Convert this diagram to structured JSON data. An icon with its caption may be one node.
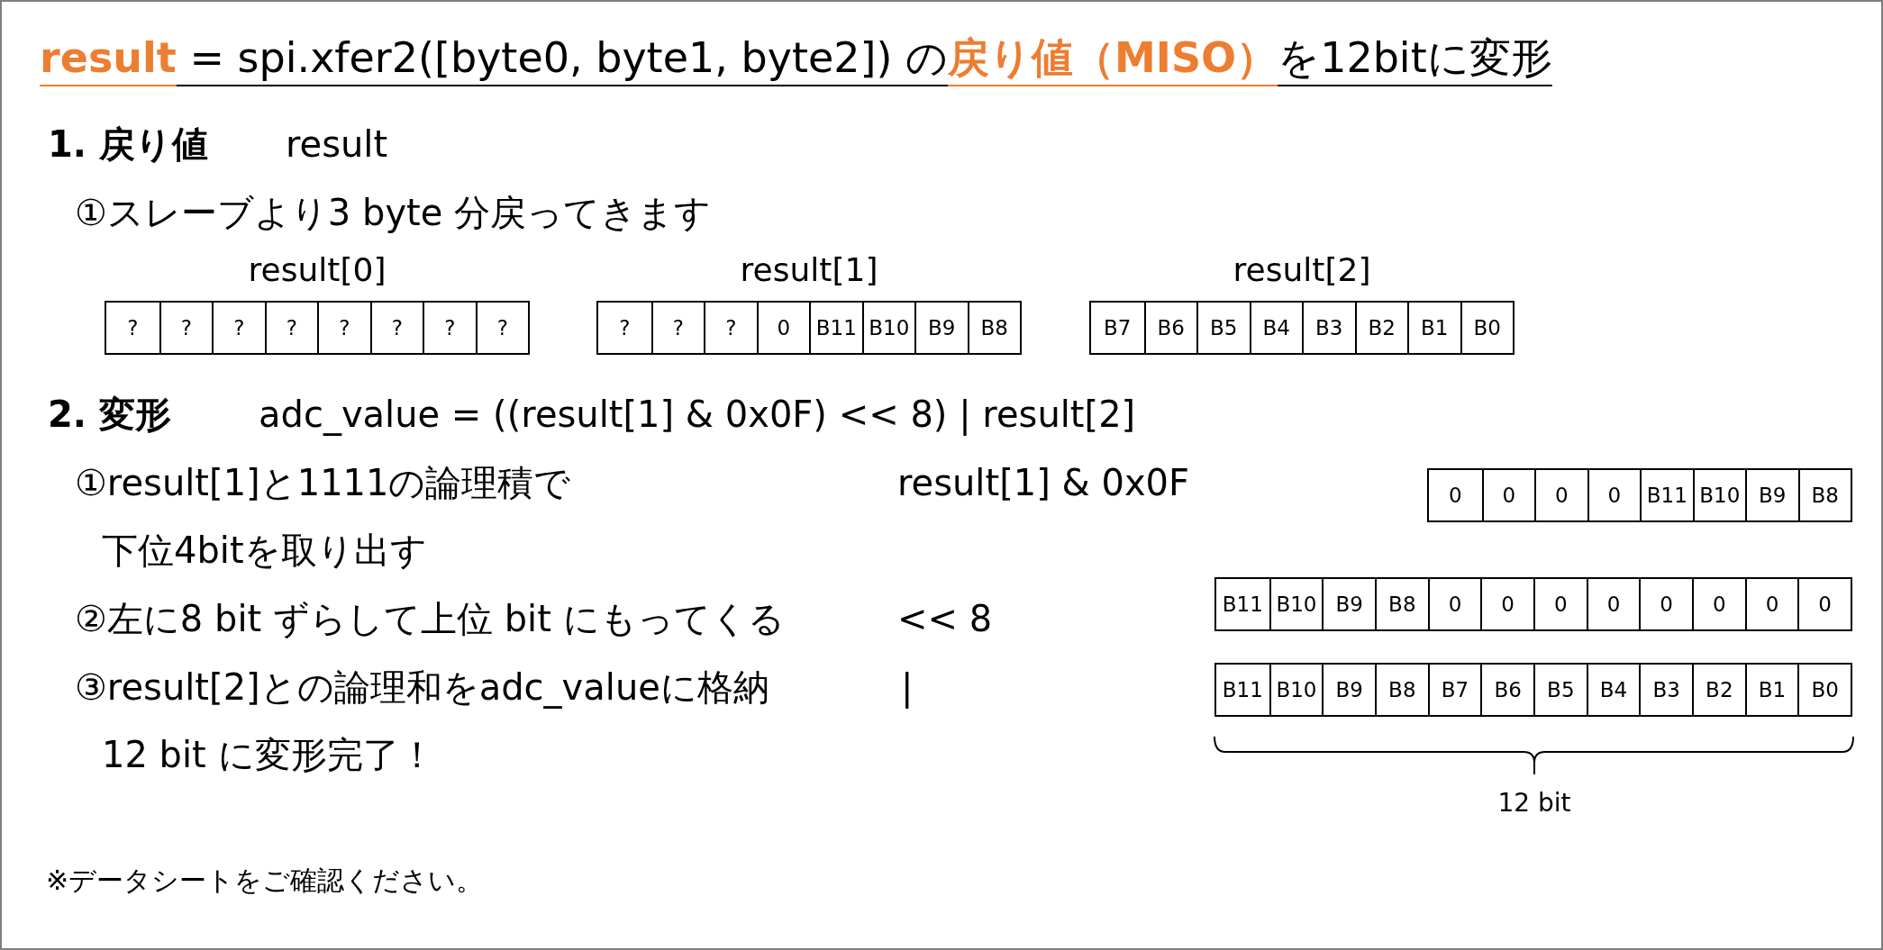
{
  "diagram": {
    "title": "**result** = spi.xfer2([byte0, byte1, byte2]) の**戻り値（MISO）**を12bitに変形",
    "nodes": [
      {
        "text": [
          "result[0]"
        ]
      },
      {
        "text": [
          "?"
        ],
        "in": 0
      },
      {
        "text": [
          "?"
        ],
        "in": 0
      },
      {
        "text": [
          "?"
        ],
        "in": 0
      },
      {
        "text": [
          "?"
        ],
        "in": 0
      },
      {
        "text": [
          "?"
        ],
        "in": 0
      },
      {
        "text": [
          "?"
        ],
        "in": 0
      },
      {
        "text": [
          "?"
        ],
        "in": 0
      },
      {
        "text": [
          "?"
        ],
        "in": 0
      },
      {
        "text": [
          "result[1]"
        ]
      },
      {
        "text": [
          "?"
        ],
        "in": 9
      },
      {
        "text": [
          "?"
        ],
        "in": 9
      },
      {
        "text": [
          "?"
        ],
        "in": 9
      },
      {
        "text": [
          "0"
        ],
        "in": 9
      },
      {
        "text": [
          "B11"
        ],
        "in": 9
      },
      {
        "text": [
          "B10"
        ],
        "in": 9
      },
      {
        "text": [
          "B9"
        ],
        "in": 9
      },
      {
        "text": [
          "B8"
        ],
        "in": 9
      },
      {
        "text": [
          "result[2]"
        ]
      },
      {
        "text": [
          "B7"
        ],
        "in": 18
      },
      {
        "text": [
          "B6"
        ],
        "in": 18
      },
      {
        "text": [
          "B5"
        ],
        "in": 18
      },
      {
        "text": [
          "B4"
        ],
        "in": 18
      },
      {
        "text": [
          "B3"
        ],
        "in": 18
      },
      {
        "text": [
          "B2"
        ],
        "in": 18
      },
      {
        "text": [
          "B1"
        ],
        "in": 18
      },
      {
        "text": [
          "B0"
        ],
        "in": 18
      },
      {
        "text": [],
        "shape": "box"
      },
      {
        "text": [
          "0"
        ],
        "in": 27
      },
      {
        "text": [
          "0"
        ],
        "in": 27
      },
      {
        "text": [
          "0"
        ],
        "in": 27
      },
      {
        "text": [
          "0"
        ],
        "in": 27
      },
      {
        "text": [
          "B11"
        ],
        "in": 27
      },
      {
        "text": [
          "B10"
        ],
        "in": 27
      },
      {
        "text": [
          "B9"
        ],
        "in": 27
      },
      {
        "text": [
          "B8"
        ],
        "in": 27
      },
      {
        "text": [],
        "shape": "box"
      },
      {
        "text": [
          "B11"
        ],
        "in": 36
      },
      {
        "text": [
          "B10"
        ],
        "in": 36
      },
      {
        "text": [
          "B9"
        ],
        "in": 36
      },
      {
        "text": [
          "B8"
        ],
        "in": 36
      },
      {
        "text": [
          "0"
        ],
        "in": 36
      },
      {
        "text": [
          "0"
        ],
        "in": 36
      },
      {
        "text": [
          "0"
        ],
        "in": 36
      },
      {
        "text": [
          "0"
        ],
        "in": 36
      },
      {
        "text": [
          "0"
        ],
        "in": 36
      },
      {
        "text": [
          "0"
        ],
        "in": 36
      },
      {
        "text": [
          "0"
        ],
        "in": 36
      },
      {
        "text": [
          "0"
        ],
        "in": 36
      },
      {
        "text": [],
        "shape": "box"
      },
      {
        "text": [
          "B11"
        ],
        "in": 49
      },
      {
        "text": [
          "B10"
        ],
        "in": 49
      },
      {
        "text": [
          "B9"
        ],
        "in": 49
      },
      {
        "text": [
          "B8"
        ],
        "in": 49
      },
      {
        "text": [
          "B7"
        ],
        "in": 49
      },
      {
        "text": [
          "B6"
        ],
        "in": 49
      },
      {
        "text": [
          "B5"
        ],
        "in": 49
      },
      {
        "text": [
          "B4"
        ],
        "in": 49
      },
      {
        "text": [
          "B3"
        ],
        "in": 49
      },
      {
        "text": [
          "B2"
        ],
        "in": 49
      },
      {
        "text": [
          "B1"
        ],
        "in": 49
      },
      {
        "text": [
          "B0"
        ],
        "in": 49
      }
    ],
    "labels": [
      "1. 戻り値",
      "result",
      "①スレーブより3 byte 分戻ってきます",
      "2. 変形",
      "adc_value = ((result[1] & 0x0F) << 8) | result[2]",
      "①result[1]と1111の論理積で",
      "result[1] & 0x0F",
      "下位4bitを取り出す",
      "②左に8 bit ずらして上位 bit にもってくる",
      "<< 8",
      "③result[2]との論理和をadc_valueに格納",
      "|",
      "12 bit に変形完了！",
      "12 bit",
      "※データシートをご確認ください。"
    ]
  }
}
